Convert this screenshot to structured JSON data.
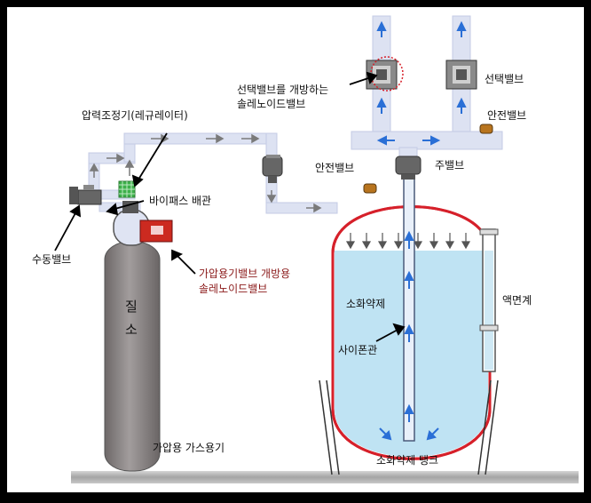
{
  "labels": {
    "selector_valve_solenoid_line1": "선택밸브를 개방하는",
    "selector_valve_solenoid_line2": "솔레노이드밸브",
    "selector_valve": "선택밸브",
    "safety_valve_top": "안전밸브",
    "pressure_regulator": "압력조정기(레규레이터)",
    "safety_valve_tank": "안전밸브",
    "main_valve": "주밸브",
    "bypass_pipe": "바이패스 배관",
    "manual_valve": "수동밸브",
    "pressurizing_solenoid_line1": "가압용기밸브 개방용",
    "pressurizing_solenoid_line2": "솔레노이드밸브",
    "extinguishing_agent": "소화약제",
    "level_gauge": "액면계",
    "siphon_pipe": "사이폰관",
    "cylinder_char1": "질",
    "cylinder_char2": "소",
    "gas_container": "가압용 가스용기",
    "agent_tank": "소화약제 탱크"
  },
  "colors": {
    "pipe": "#dde2f2",
    "pipe_edge": "#c4cbe4",
    "arrow_blue": "#2a6fd6",
    "arrow_gray": "#7a7a7a",
    "liquid": "#bfe3f3",
    "tank_outline": "#d6202a",
    "cylinder": "#8f8a8a",
    "solenoid": "#cc2a20",
    "regulator": "#3db04a"
  },
  "icons": [
    "valve-icon",
    "solenoid-icon",
    "regulator-icon",
    "safety-valve-icon",
    "flow-arrow-icon"
  ]
}
